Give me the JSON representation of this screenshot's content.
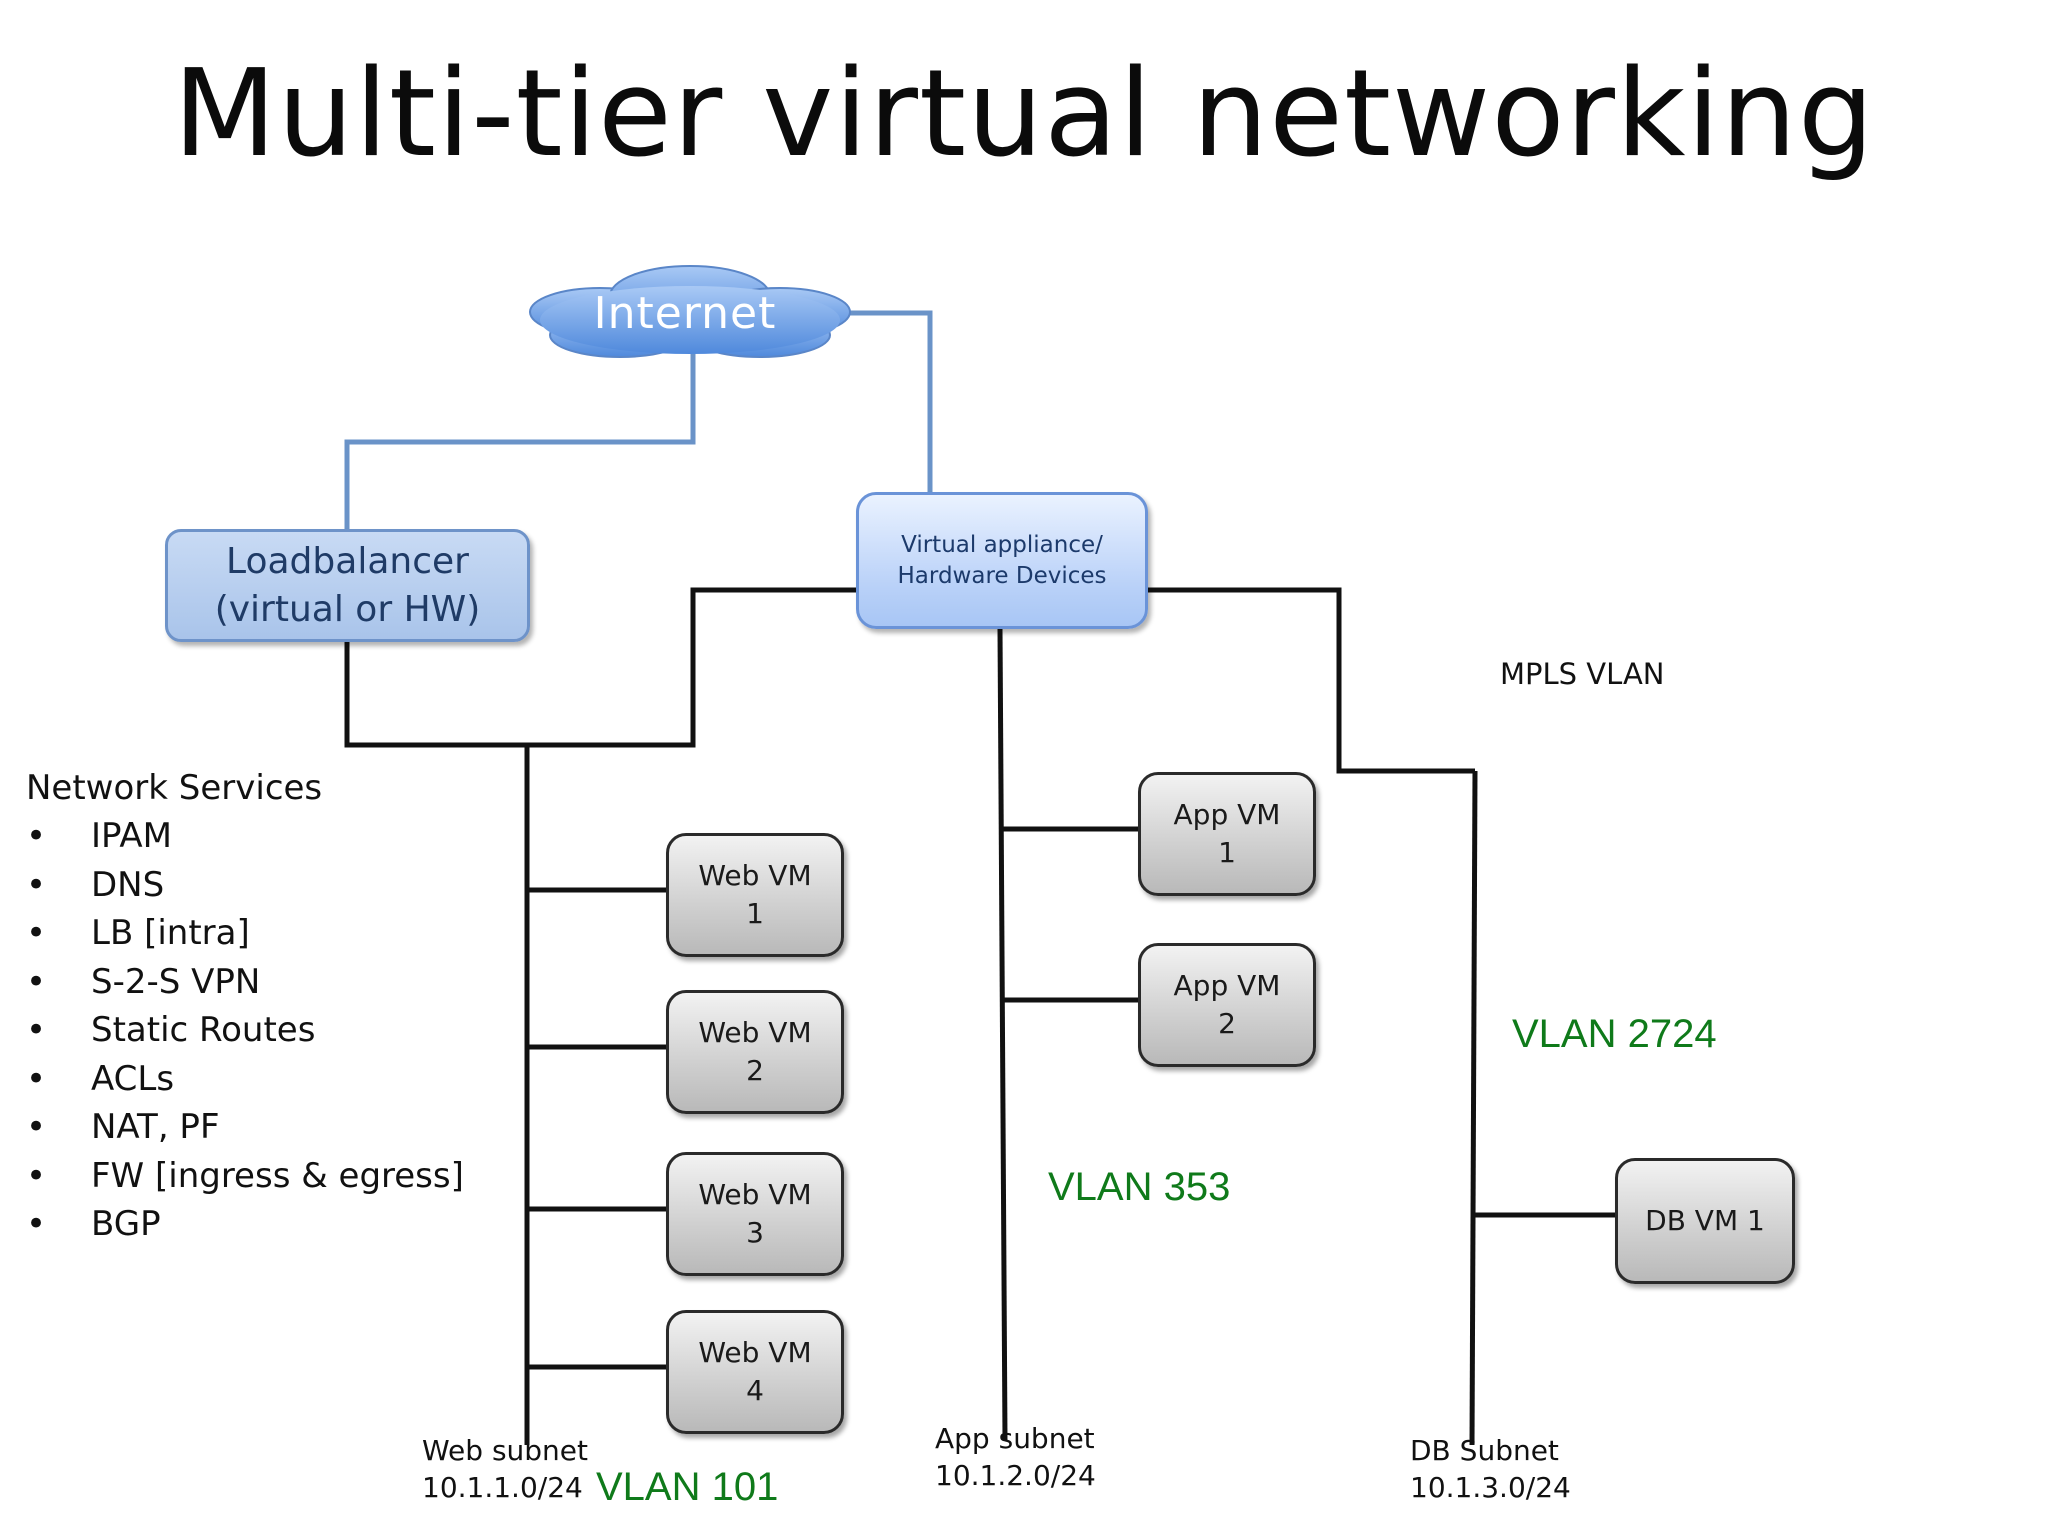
{
  "title": "Multi-tier virtual networking",
  "internet": {
    "label": "Internet"
  },
  "loadbalancer": {
    "line1": "Loadbalancer",
    "line2": "(virtual or HW)"
  },
  "appliance": {
    "line1": "Virtual appliance/",
    "line2": "Hardware Devices"
  },
  "mpls_label": "MPLS VLAN",
  "network_services": {
    "heading": "Network Services",
    "bullet": "•",
    "items": [
      "IPAM",
      "DNS",
      "LB [intra]",
      "S-2-S VPN",
      "Static Routes",
      "ACLs",
      "NAT, PF",
      "FW [ingress & egress]",
      "BGP"
    ]
  },
  "web_vms": [
    {
      "line1": "Web VM",
      "line2": "1"
    },
    {
      "line1": "Web VM",
      "line2": "2"
    },
    {
      "line1": "Web VM",
      "line2": "3"
    },
    {
      "line1": "Web VM",
      "line2": "4"
    }
  ],
  "app_vms": [
    {
      "line1": "App VM",
      "line2": "1"
    },
    {
      "line1": "App VM",
      "line2": "2"
    }
  ],
  "db_vm": {
    "label": "DB VM 1"
  },
  "vlans": {
    "web": "VLAN 101",
    "app": "VLAN 353",
    "db": "VLAN 2724"
  },
  "subnets": {
    "web": {
      "line1": "Web subnet",
      "line2": "10.1.1.0/24"
    },
    "app": {
      "line1": "App subnet",
      "line2": "10.1.2.0/24"
    },
    "db": {
      "line1": "DB Subnet",
      "line2": "10.1.3.0/24"
    }
  },
  "colors": {
    "title": "#0b0b0b",
    "link_blue": "#6a93c8",
    "link_black": "#111111",
    "vlan_green": "#0f7a1a",
    "cloud": "#6ea2ea"
  }
}
